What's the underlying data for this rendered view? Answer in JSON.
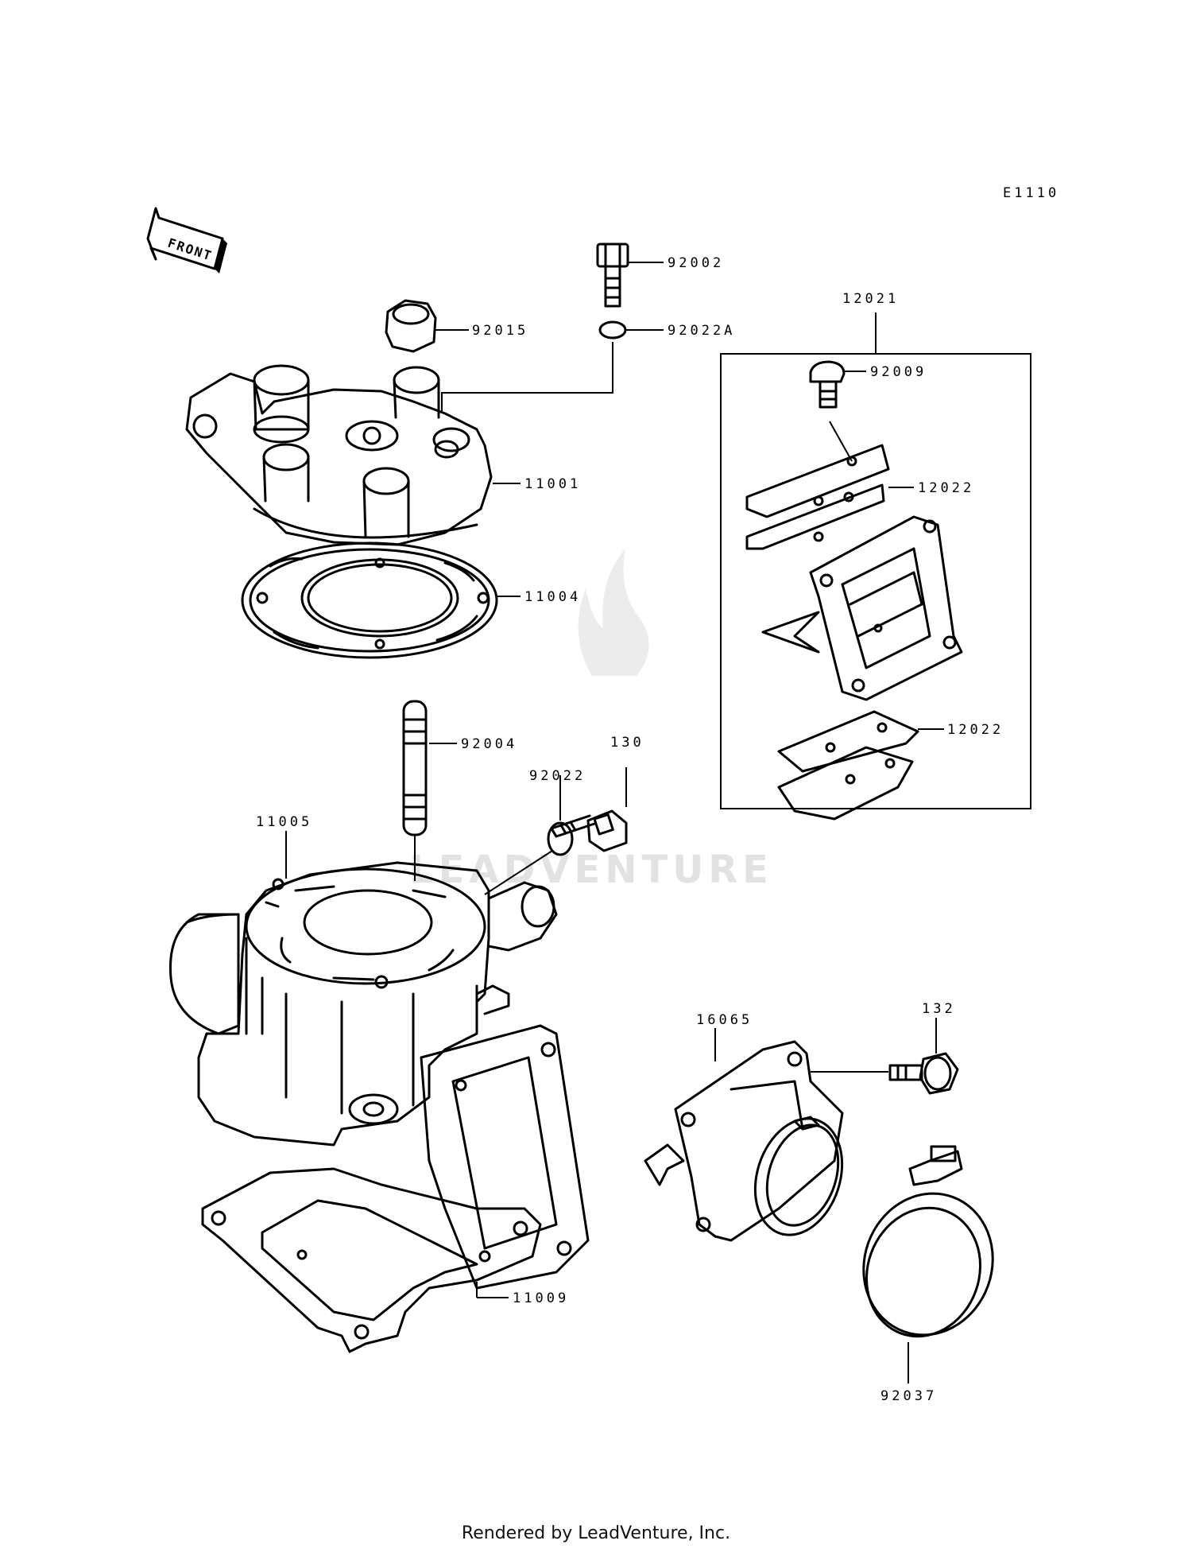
{
  "diagram_code": "E1110",
  "front_label": "FRONT",
  "watermark": "LEADVENTURE",
  "parts": [
    {
      "id": "p92002",
      "label": "92002"
    },
    {
      "id": "p92015",
      "label": "92015"
    },
    {
      "id": "p92022A",
      "label": "92022A"
    },
    {
      "id": "p12021",
      "label": "12021"
    },
    {
      "id": "p92009",
      "label": "92009"
    },
    {
      "id": "p11001",
      "label": "11001"
    },
    {
      "id": "p12022a",
      "label": "12022"
    },
    {
      "id": "p11004",
      "label": "11004"
    },
    {
      "id": "p92004",
      "label": "92004"
    },
    {
      "id": "p130",
      "label": "130"
    },
    {
      "id": "p92022",
      "label": "92022"
    },
    {
      "id": "p12022b",
      "label": "12022"
    },
    {
      "id": "p11005",
      "label": "11005"
    },
    {
      "id": "p16065",
      "label": "16065"
    },
    {
      "id": "p132",
      "label": "132"
    },
    {
      "id": "p11009",
      "label": "11009"
    },
    {
      "id": "p92037",
      "label": "92037"
    }
  ],
  "footer": "Rendered by LeadVenture, Inc."
}
